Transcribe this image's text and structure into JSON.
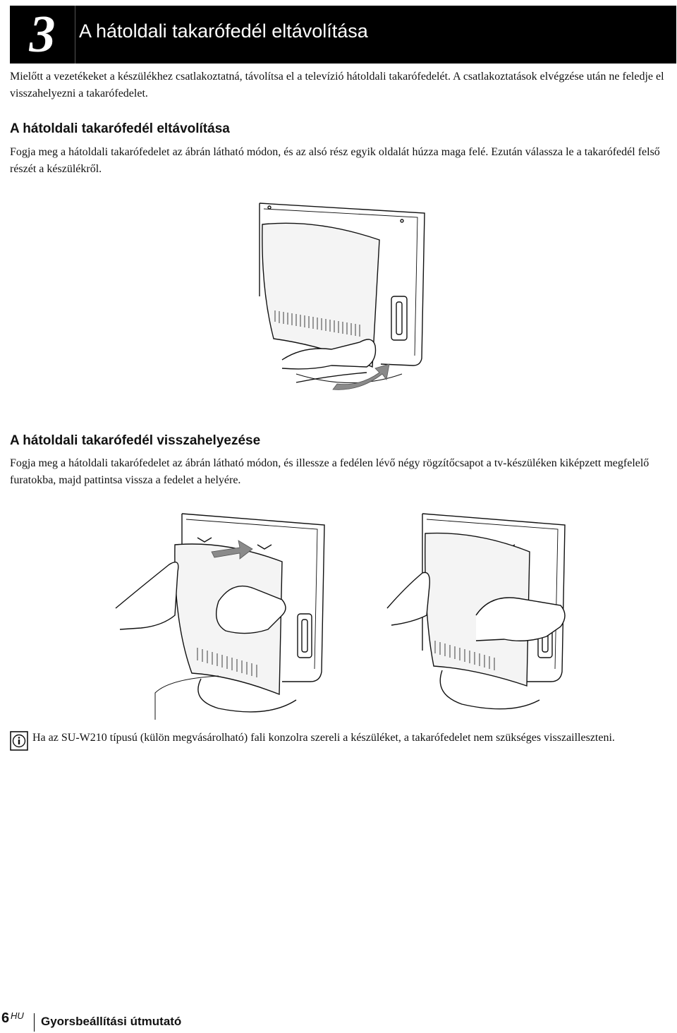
{
  "header": {
    "number": "3",
    "title": "A hátoldali takarófedél eltávolítása"
  },
  "intro": "Mielőtt a vezetékeket a készülékhez csatlakoztatná, távolítsa el a televízió hátoldali takarófedelét. A csatlakoztatások elvégzése után ne feledje el visszahelyezni a takarófedelet.",
  "section_remove": {
    "heading": "A hátoldali takarófedél eltávolítása",
    "text": "Fogja meg a hátoldali takarófedelet az ábrán látható módon, és az alsó rész egyik oldalát húzza maga felé. Ezután válassza le a takarófedél felső részét a készülékről."
  },
  "section_replace": {
    "heading": "A hátoldali takarófedél visszahelyezése",
    "text": "Fogja meg a hátoldali takarófedelet az ábrán látható módon, és illessze a fedélen lévő négy rögzítőcsapot a tv-készüléken kiképzett megfelelő furatokba, majd pattintsa vissza a fedelet a helyére."
  },
  "note": {
    "icon": "info-icon",
    "text": "Ha az SU-W210 típusú (külön megvásárolható) fali konzolra szereli a készüléket, a takarófedelet nem szükséges visszailleszteni."
  },
  "footer": {
    "page_number": "6",
    "language": "HU",
    "title": "Gyorsbeállítási útmutató"
  }
}
